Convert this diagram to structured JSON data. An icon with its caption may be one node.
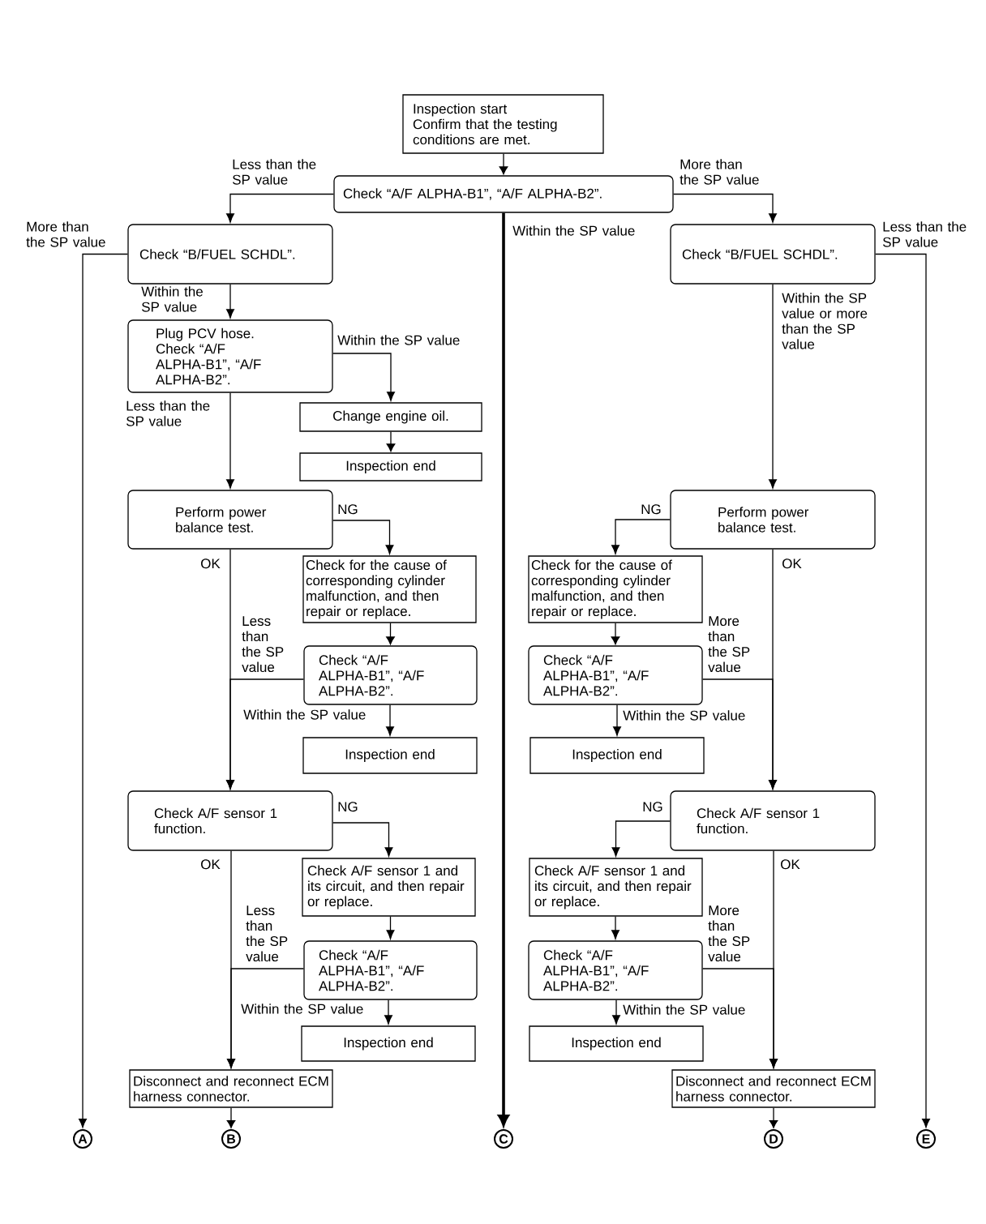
{
  "diagram": {
    "nodes": [
      {
        "text": [
          "Inspection start",
          "Confirm that the testing conditions are met."
        ]
      },
      {
        "text": [
          "Check “A/F ALPHA-B1”, “A/F ALPHA-B2”."
        ]
      },
      {
        "text": [
          "Check “B/FUEL SCHDL”."
        ]
      },
      {
        "text": [
          "Check “B/FUEL SCHDL”."
        ]
      },
      {
        "text": [
          "Plug PCV hose.",
          "Check “A/F ALPHA-B1”, “A/F ALPHA-B2”."
        ]
      },
      {
        "text": [
          "Change engine oil."
        ]
      },
      {
        "text": [
          "Inspection end"
        ]
      },
      {
        "text": [
          "Perform power balance test."
        ]
      },
      {
        "text": [
          "Perform power balance test."
        ]
      },
      {
        "text": [
          "Check for the cause of corresponding cylinder malfunction, and then repair or replace."
        ]
      },
      {
        "text": [
          "Check for the cause of corresponding cylinder malfunction, and then repair or replace."
        ]
      },
      {
        "text": [
          "Check “A/F ALPHA-B1”, “A/F ALPHA-B2”."
        ]
      },
      {
        "text": [
          "Check “A/F ALPHA-B1”, “A/F ALPHA-B2”."
        ]
      },
      {
        "text": [
          "Inspection end"
        ]
      },
      {
        "text": [
          "Inspection end"
        ]
      },
      {
        "text": [
          "Check A/F sensor 1 function."
        ]
      },
      {
        "text": [
          "Check A/F sensor 1 function."
        ]
      },
      {
        "text": [
          "Check A/F sensor 1 and its circuit, and then repair or replace."
        ]
      },
      {
        "text": [
          "Check A/F sensor 1 and its circuit, and then repair or replace."
        ]
      },
      {
        "text": [
          "Check “A/F ALPHA-B1”, “A/F ALPHA-B2”."
        ]
      },
      {
        "text": [
          "Check “A/F ALPHA-B1”, “A/F ALPHA-B2”."
        ]
      },
      {
        "text": [
          "Inspection end"
        ]
      },
      {
        "text": [
          "Inspection end"
        ]
      },
      {
        "text": [
          "Disconnect and reconnect ECM harness connector."
        ]
      },
      {
        "text": [
          "Disconnect and reconnect ECM harness connector."
        ]
      },
      {
        "text": [
          "A"
        ]
      },
      {
        "text": [
          "B"
        ]
      },
      {
        "text": [
          "C"
        ]
      },
      {
        "text": [
          "D"
        ]
      },
      {
        "text": [
          "E"
        ]
      }
    ],
    "edges": [
      {
        "from": 0,
        "to": 1,
        "arrow": "to"
      },
      {
        "from": 1,
        "to": 2,
        "arrow": "to",
        "label": "Less than the SP value"
      },
      {
        "from": 1,
        "to": 3,
        "arrow": "to",
        "label": "More than the SP value"
      },
      {
        "from": 1,
        "to": 27,
        "arrow": "to",
        "label": "Within the SP value",
        "style": "thick"
      },
      {
        "from": 2,
        "to": 25,
        "arrow": "to",
        "label": "More than the SP value"
      },
      {
        "from": 2,
        "to": 4,
        "arrow": "to",
        "label": "Within the SP value"
      },
      {
        "from": 3,
        "to": 29,
        "arrow": "to",
        "label": "Less than the SP value"
      },
      {
        "from": 3,
        "to": 8,
        "arrow": "to",
        "label": "Within the SP value or more than the SP value"
      },
      {
        "from": 4,
        "to": 5,
        "arrow": "to",
        "label": "Within the SP value"
      },
      {
        "from": 5,
        "to": 6,
        "arrow": "to"
      },
      {
        "from": 4,
        "to": 7,
        "arrow": "to",
        "label": "Less than the SP value"
      },
      {
        "from": 7,
        "to": 9,
        "arrow": "to",
        "label": "NG"
      },
      {
        "from": 7,
        "to": 15,
        "arrow": "to",
        "label": "OK"
      },
      {
        "from": 9,
        "to": 11,
        "arrow": "to"
      },
      {
        "from": 11,
        "to": 15,
        "arrow": "to",
        "label": "Less than the SP value"
      },
      {
        "from": 11,
        "to": 13,
        "arrow": "to",
        "label": "Within the SP value"
      },
      {
        "from": 15,
        "to": 17,
        "arrow": "to",
        "label": "NG"
      },
      {
        "from": 15,
        "to": 23,
        "arrow": "to",
        "label": "OK"
      },
      {
        "from": 17,
        "to": 19,
        "arrow": "to"
      },
      {
        "from": 19,
        "to": 23,
        "arrow": "to",
        "label": "Less than the SP value"
      },
      {
        "from": 19,
        "to": 21,
        "arrow": "to",
        "label": "Within the SP value"
      },
      {
        "from": 23,
        "to": 26,
        "arrow": "to"
      },
      {
        "from": 8,
        "to": 10,
        "arrow": "to",
        "label": "NG"
      },
      {
        "from": 8,
        "to": 16,
        "arrow": "to",
        "label": "OK"
      },
      {
        "from": 10,
        "to": 12,
        "arrow": "to"
      },
      {
        "from": 12,
        "to": 16,
        "arrow": "to",
        "label": "More than the SP value"
      },
      {
        "from": 12,
        "to": 14,
        "arrow": "to",
        "label": "Within the SP value"
      },
      {
        "from": 16,
        "to": 18,
        "arrow": "to",
        "label": "NG"
      },
      {
        "from": 16,
        "to": 24,
        "arrow": "to",
        "label": "OK"
      },
      {
        "from": 18,
        "to": 20,
        "arrow": "to"
      },
      {
        "from": 20,
        "to": 24,
        "arrow": "to",
        "label": "More than the SP value"
      },
      {
        "from": 20,
        "to": 22,
        "arrow": "to",
        "label": "Within the SP value"
      },
      {
        "from": 24,
        "to": 28,
        "arrow": "to"
      }
    ]
  }
}
